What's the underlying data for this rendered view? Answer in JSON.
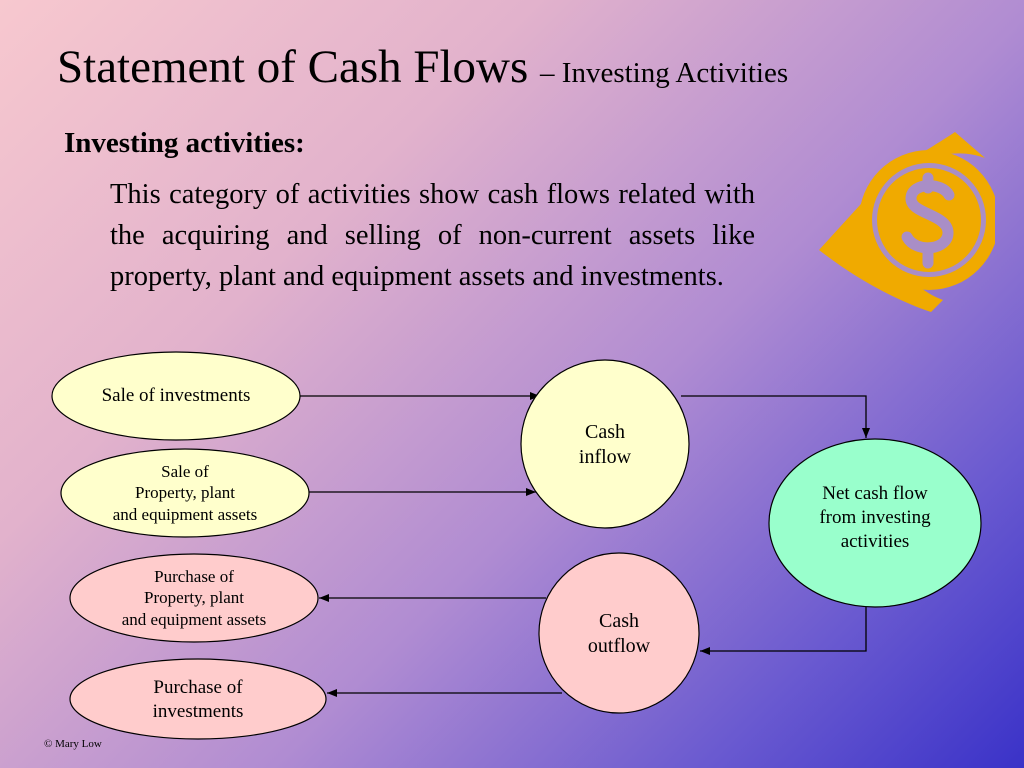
{
  "slide": {
    "title_main": "Statement of Cash Flows",
    "title_sub": "– Investing Activities",
    "section_heading": "Investing activities:",
    "body_text": "This category of activities show cash flows related with the acquiring and selling of non-current assets like property, plant and equipment assets and investments.",
    "footer": "© Mary Low"
  },
  "colors": {
    "inflow_fill": "#ffffcc",
    "outflow_fill": "#ffcccc",
    "net_fill": "#99ffcc",
    "logo_gold": "#f0aa00"
  },
  "diagram": {
    "nodes": {
      "sale_investments": "Sale of investments",
      "sale_ppe": "Sale of\nProperty, plant\nand equipment assets",
      "purchase_ppe": "Purchase of\nProperty, plant\nand equipment assets",
      "purchase_investments": "Purchase of\ninvestments",
      "cash_inflow": "Cash\ninflow",
      "cash_outflow": "Cash\noutflow",
      "net_cash_flow": "Net cash flow\nfrom investing\nactivities"
    }
  },
  "icons": {
    "logo": "dollar-sign-icon"
  }
}
